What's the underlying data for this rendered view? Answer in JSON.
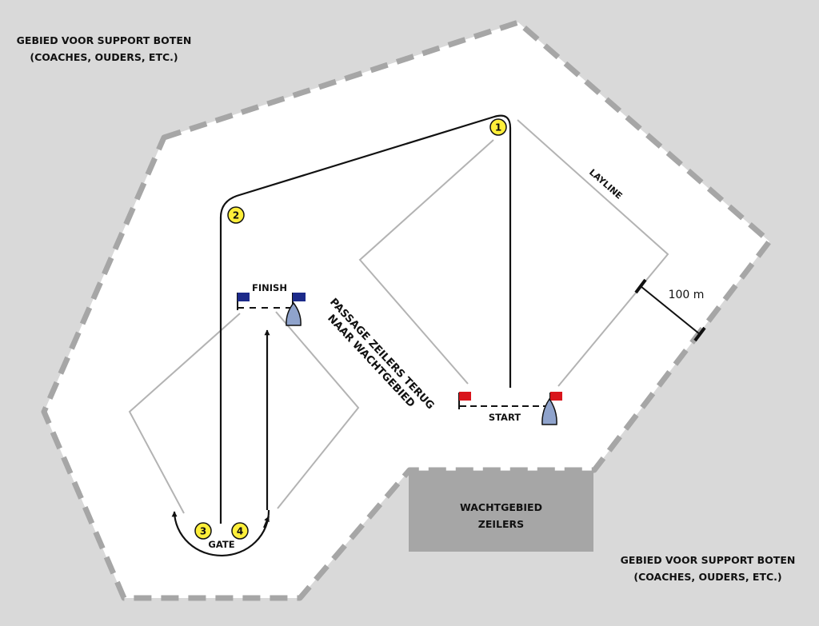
{
  "colors": {
    "background": "#d9d9d9",
    "zone_fill": "#ffffff",
    "zone_border": "#a6a6a6",
    "waiting_area": "#a6a6a6",
    "lines": "#b3b3b3",
    "course": "#111111",
    "mark": "#ffef3a",
    "flag_red": "#d9141b",
    "flag_blue": "#1c2a8a",
    "boat": "#8fa3cc"
  },
  "labels": {
    "support_top_line1": "GEBIED VOOR SUPPORT BOTEN",
    "support_top_line2": "(COACHES, OUDERS, ETC.)",
    "support_bottom_line1": "GEBIED VOOR SUPPORT BOTEN",
    "support_bottom_line2": "(COACHES, OUDERS, ETC.)",
    "waiting_line1": "WACHTGEBIED",
    "waiting_line2": "ZEILERS",
    "passage_line1": "PASSAGE ZEILERS TERUG",
    "passage_line2": "NAAR WACHTGEBIED",
    "finish": "FINISH",
    "start": "START",
    "gate": "GATE",
    "layline": "LAYLINE",
    "distance": "100 m"
  },
  "marks": [
    "1",
    "2",
    "3",
    "4"
  ],
  "icons": {
    "start_pin_flag": "red-flag-icon",
    "start_committee_flag": "red-flag-icon",
    "finish_pin_flag": "blue-flag-icon",
    "finish_committee_flag": "blue-flag-icon",
    "committee_boat": "boat-icon",
    "direction_arrow": "arrow-up-icon"
  }
}
